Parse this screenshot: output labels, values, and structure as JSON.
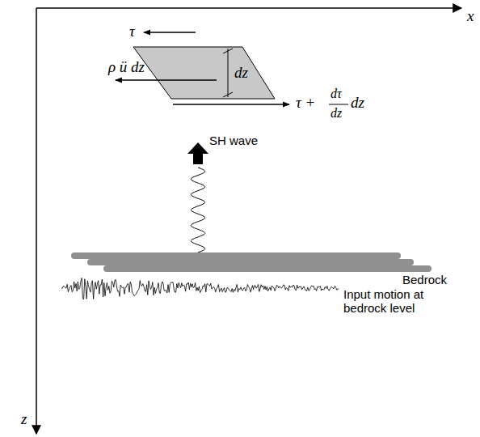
{
  "diagram": {
    "labels": [
      "x",
      "τ",
      "ρ ü dz",
      "dz",
      "τ +",
      "dτ",
      "dz",
      "dz",
      "SH wave",
      "Bedrock",
      "Input motion at bedrock level",
      "z"
    ]
  }
}
